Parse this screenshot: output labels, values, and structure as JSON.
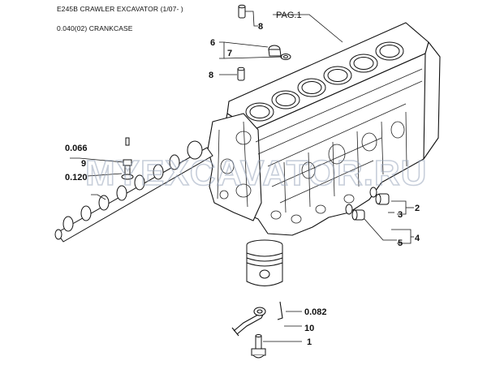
{
  "header": {
    "title": "E245B CRAWLER EXCAVATOR (1/07- )",
    "subtitle": "0.040(02) CRANKCASE"
  },
  "labels": {
    "pag": "PAG.1",
    "l8a": "8",
    "l6": "6",
    "l7": "7",
    "l8b": "8",
    "l0066": "0.066",
    "l9": "9",
    "l0120": "0.120",
    "l2": "2",
    "l3": "3",
    "l4": "4",
    "l5": "5",
    "l0082": "0.082",
    "l10": "10",
    "l1": "1"
  },
  "watermark": "MYEXCAVATOR.RU"
}
